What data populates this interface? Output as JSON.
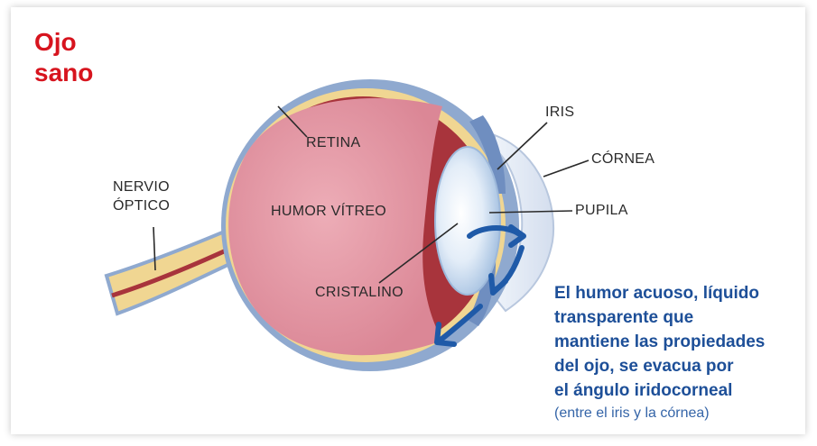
{
  "title": {
    "line1": "Ojo",
    "line2": "sano"
  },
  "labels": {
    "retina": "RETINA",
    "iris": "IRIS",
    "cornea": "CÓRNEA",
    "nervio_line1": "NERVIO",
    "nervio_line2": "ÓPTICO",
    "humor_vitreo": "HUMOR VÍTREO",
    "pupila": "PUPILA",
    "cristalino": "CRISTALINO"
  },
  "note": {
    "line1": "El humor acuoso, líquido",
    "line2": "transparente que",
    "line3": "mantiene las propiedades",
    "line4": "del ojo, se evacua por",
    "line5": "el ángulo iridocorneal",
    "line6": "(entre el iris y la córnea)"
  },
  "colors": {
    "title_red": "#d7141e",
    "note_blue": "#1d4f98",
    "sclera_blue": "#8fa9cf",
    "retina_yellow": "#f0d692",
    "choroid_red": "#a8343c",
    "vitreous_pink": "#e39aa6",
    "arrow_blue": "#1f5aa8"
  }
}
